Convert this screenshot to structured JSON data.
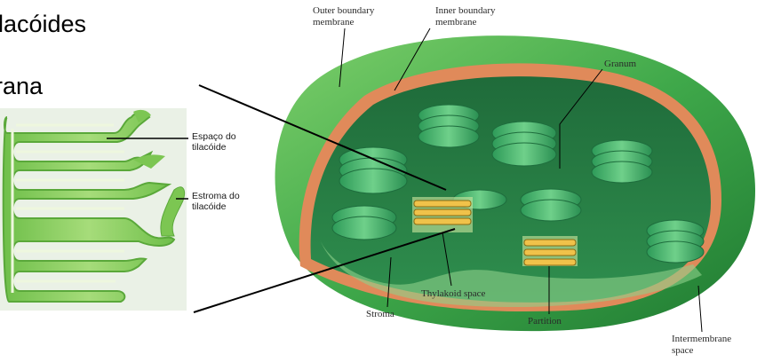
{
  "slide": {
    "line1": "ilacóides",
    "line2": "rana"
  },
  "left_diagram": {
    "labels": {
      "thylakoid_space": "Espaço do\ntilacóide",
      "thylakoid_stroma": "Estroma do\ntilacóide"
    }
  },
  "chloroplast_diagram": {
    "labels": {
      "outer_membrane": "Outer boundary\nmembrane",
      "inner_membrane": "Inner boundary\nmembrane",
      "granum": "Granum",
      "thylakoid_space": "Thylakoid space",
      "stroma": "Stroma",
      "partition": "Partition",
      "intermembrane_space": "Intermembrane\nspace"
    }
  }
}
